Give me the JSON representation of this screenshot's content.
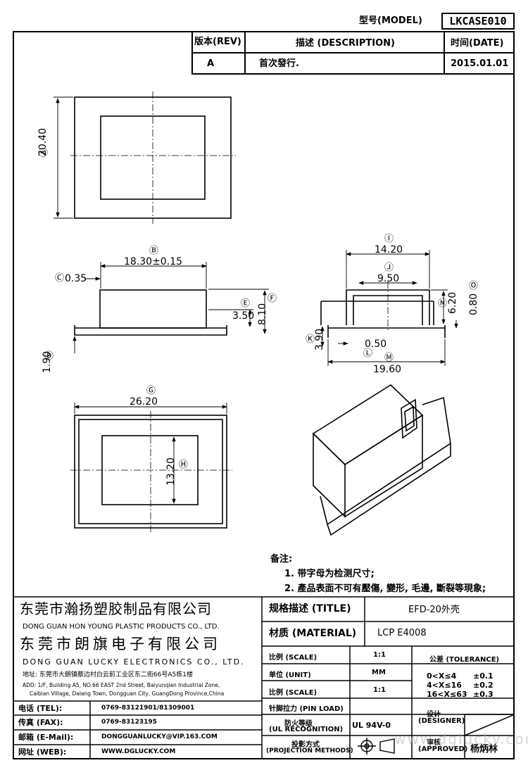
{
  "header": {
    "model_label": "型号(MODEL)",
    "model_value": "LKCASE010"
  },
  "revision": {
    "rev_header": "版本(REV)",
    "desc_header": "描述 (DESCRIPTION)",
    "date_header": "时间(DATE)",
    "rev_value": "A",
    "desc_value": "首次發行.",
    "date_value": "2015.01.01"
  },
  "dimensions": {
    "A": {
      "tag": "Ⓐ",
      "value": "20.40"
    },
    "B": {
      "tag": "Ⓑ",
      "value": "18.30±0.15"
    },
    "C": {
      "tag": "Ⓒ",
      "value": "0.35"
    },
    "D": {
      "tag": "Ⓓ",
      "value": "1.90"
    },
    "E": {
      "tag": "Ⓔ",
      "value": "3.50"
    },
    "F": {
      "tag": "Ⓕ",
      "value": "8.10"
    },
    "G": {
      "tag": "Ⓖ",
      "value": "26.20"
    },
    "H": {
      "tag": "Ⓗ",
      "value": "13.20"
    },
    "I": {
      "tag": "Ⓘ",
      "value": "14.20"
    },
    "J": {
      "tag": "Ⓙ",
      "value": "9.50"
    },
    "K": {
      "tag": "Ⓚ",
      "value": "3.90"
    },
    "L": {
      "tag": "Ⓛ",
      "value": "0.50"
    },
    "M": {
      "tag": "Ⓜ",
      "value": "19.60"
    },
    "N": {
      "tag": "Ⓝ",
      "value": "6.20"
    },
    "O": {
      "tag": "Ⓞ",
      "value": "0.80"
    }
  },
  "notes": {
    "heading": "备注:",
    "line1": "1. 带字母为检测尺寸;",
    "line2": "2. 產品表面不可有壓傷, 變形, 毛邊, 斷裂等現象;"
  },
  "company": {
    "cn1": "东莞市瀚扬塑胶制品有限公司",
    "en1": "DONG GUAN HON YOUNG PLASTIC PRODUCTS CO., LTD.",
    "cn2": "东莞市朗旗电子有限公司",
    "en2": "DONG GUAN LUCKY ELECTRONICS CO., LTD.",
    "addr_cn": "地址: 东莞市大朗镇蔡边村白云前工业区东二街66号A5栋1楼",
    "addr_en1": "ADD: 1/F, Building A5, NO.66 EAST 2nd Street, Baiyunqian Industrial Zone,",
    "addr_en2": "Caibian Village, Dalang Town, Dongguan City, GuangDong Province,China"
  },
  "contact": {
    "tel_label": "电话 (TEL):",
    "tel_value": "0769-83121901/81309001",
    "fax_label": "传真 (FAX):",
    "fax_value": "0769-83123195",
    "mail_label": "邮箱 (E-Mail):",
    "mail_value": "DONGGUANLUCKY@VIP.163.COM",
    "web_label": "网址 (WEB):",
    "web_value": "WWW.DGLUCKY.COM"
  },
  "titleblock": {
    "title_label": "规格描述 (TITLE)",
    "title_value": "EFD-20外壳",
    "material_label": "材质 (MATERIAL)",
    "material_value": "LCP E4008",
    "scale_label": "比例 (SCALE)",
    "scale_value": "1:1",
    "unit_label": "单位 (UNIT)",
    "unit_value": "MM",
    "scale2_label": "比例 (SCALE)",
    "scale2_value": "1:1",
    "pin_label": "针脚拉力 (PIN LOAD)",
    "fire_label": "防火等级",
    "fire_label2": "(UL RECOGNITION)",
    "fire_value": "UL 94V-0",
    "proj_label": "投影方式",
    "proj_label2": "(PROJECTION METHODS)",
    "tol_label": "公差 (TOLERANCE)",
    "tol1_range": "0<X≤4",
    "tol1_value": "±0.1",
    "tol2_range": "4<X≤16",
    "tol2_value": "±0.2",
    "tol3_range": "16<X≤63",
    "tol3_value": "±0.3",
    "designer_label": "设计",
    "designer_label2": "(DESIGNER)",
    "approved_label": "审核",
    "approved_label2": "(APPROVED)",
    "approved_value": "杨炳林"
  },
  "watermark": "www.dglucky.com"
}
